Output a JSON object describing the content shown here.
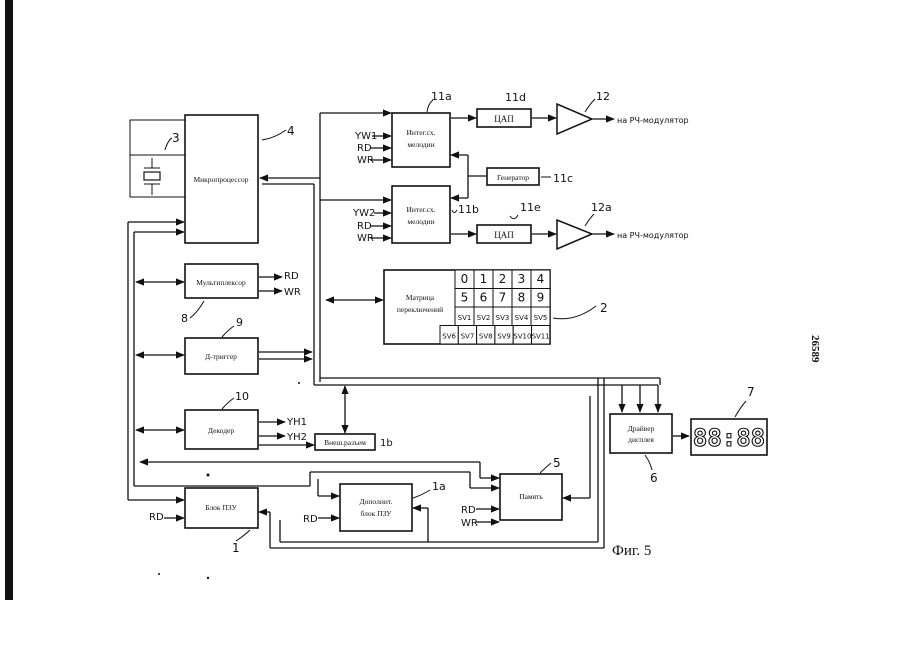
{
  "figure_caption": "Фиг. 5",
  "side_number": "26589",
  "blocks": {
    "microprocessor": "Микропроцессор",
    "melody_ic_a": [
      "Интег.сх.",
      "мелодии"
    ],
    "melody_ic_b": [
      "Интег.сх.",
      "мелодии"
    ],
    "dac_a": "ЦАП",
    "dac_b": "ЦАП",
    "generator": "Генератор",
    "multiplexer": "Мультиплексор",
    "d_trigger": "Д-триггер",
    "decoder": "Декодер",
    "ext_connector": "Внеш.разъем",
    "rom_block": "Блок ПЗУ",
    "extra_rom_block": [
      "Дополнит.",
      "блок ПЗУ"
    ],
    "memory": "Память",
    "display_driver": [
      "Драйвер",
      "дисплея"
    ],
    "switch_matrix": [
      "Матрица",
      "переключений"
    ]
  },
  "reference_numbers": {
    "n1": "1",
    "n1a": "1a",
    "n1b": "1b",
    "n2": "2",
    "n3": "3",
    "n4": "4",
    "n5": "5",
    "n6": "6",
    "n7": "7",
    "n8": "8",
    "n9": "9",
    "n10": "10",
    "n11a": "11a",
    "n11b": "11b",
    "n11c": "11c",
    "n11d": "11d",
    "n11e": "11e",
    "n12": "12",
    "n12a": "12a"
  },
  "signals": {
    "yw1": "YW1",
    "yw2": "YW2",
    "rd": "RD",
    "wr": "WR",
    "yh1": "YH1",
    "yh2": "YH2"
  },
  "outputs": {
    "rf_modulator_a": "на РЧ-модулятор",
    "rf_modulator_b": "на РЧ-модулятор"
  },
  "switch_matrix_keys": [
    [
      "0",
      "1",
      "2",
      "3",
      "4"
    ],
    [
      "5",
      "6",
      "7",
      "8",
      "9"
    ],
    [
      "SV1",
      "SV2",
      "SV3",
      "SV4",
      "SV5"
    ],
    [
      "SV6",
      "SV7",
      "SV8",
      "SV9",
      "SV10",
      "SV11"
    ]
  ],
  "display_digits": "88:88"
}
